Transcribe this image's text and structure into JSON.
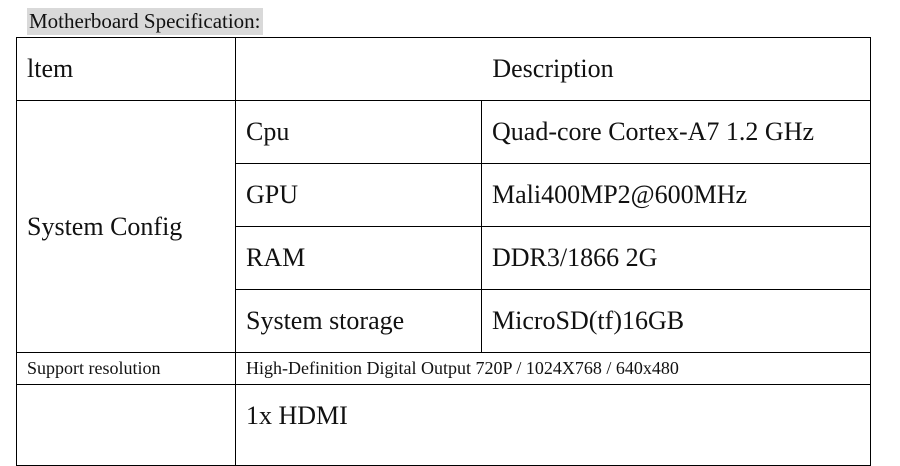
{
  "heading": "Motherboard Specification:",
  "table": {
    "header": {
      "item": "ltem",
      "description": "Description"
    },
    "system_config": {
      "label": "System Config",
      "rows": [
        {
          "name": "Cpu",
          "value": "Quad-core Cortex-A7 1.2 GHz"
        },
        {
          "name": "GPU",
          "value": "Mali400MP2@600MHz"
        },
        {
          "name": "RAM",
          "value": "DDR3/1866 2G"
        },
        {
          "name": "System storage",
          "value": "MicroSD(tf)16GB"
        }
      ]
    },
    "support_resolution": {
      "label": "Support resolution",
      "value": "High-Definition Digital Output 720P / 1024X768 / 640x480"
    },
    "interfaces": {
      "label": "",
      "first_item": "1x HDMI"
    }
  }
}
